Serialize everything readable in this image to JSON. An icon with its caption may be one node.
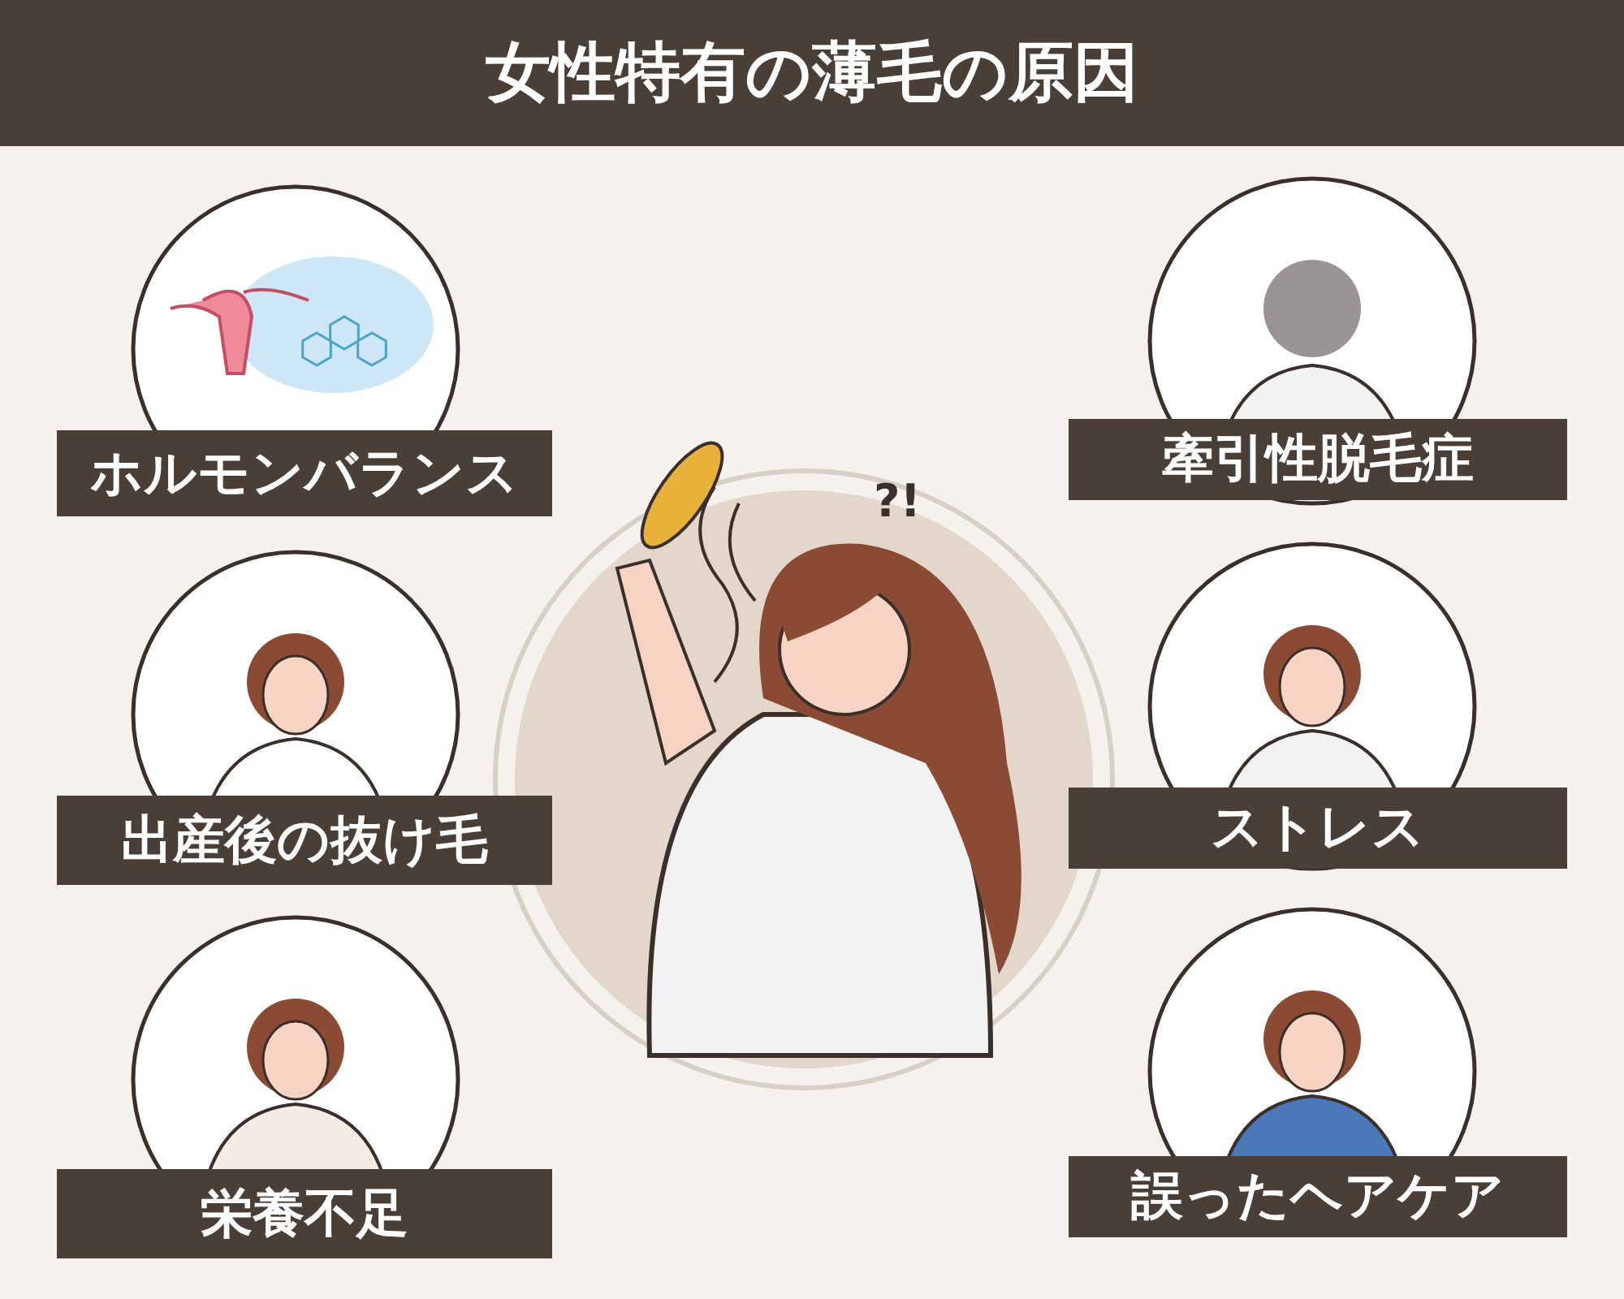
{
  "diagram": {
    "title": "女性特有の薄毛の原因",
    "nodes": [
      {
        "text": [
          "ホルモンバランス"
        ]
      },
      {
        "text": [
          "牽引性脱毛症"
        ]
      },
      {
        "text": [
          "出産後の抜け毛"
        ]
      },
      {
        "text": [
          "ストレス"
        ]
      },
      {
        "text": [
          "栄養不足"
        ]
      },
      {
        "text": [
          "誤ったヘアケア"
        ]
      }
    ],
    "labels": [
      "?!"
    ]
  }
}
